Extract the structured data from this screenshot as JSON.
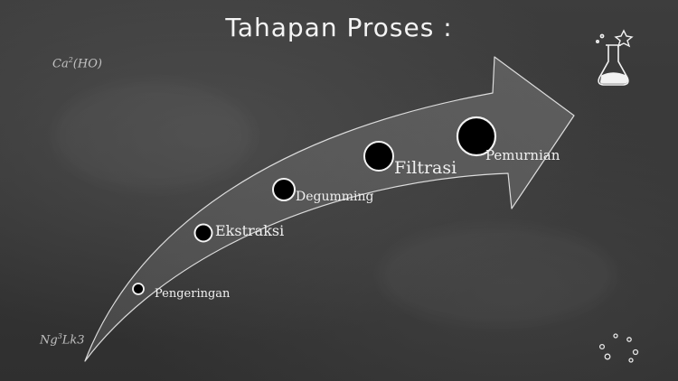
{
  "slide": {
    "title": "Tahapan Proses :",
    "notes": {
      "top_left_base": "Ca",
      "top_left_sup": "2",
      "top_left_rest": "(HO)",
      "bottom_left_base": "Ng",
      "bottom_left_sup": "3",
      "bottom_left_rest": "Lk3"
    },
    "stages": [
      {
        "label": "Pengeringan"
      },
      {
        "label": "Ekstraksi"
      },
      {
        "label": "Degumming"
      },
      {
        "label": "Filtrasi"
      },
      {
        "label": "Pemurnian"
      }
    ],
    "icons": {
      "flask": "flask-icon",
      "sparkle": "sparkle-icon",
      "bubbles": "bubbles-icon"
    },
    "colors": {
      "board": "#363636",
      "chalk": "#f2f2f2",
      "dot_fill": "#000000"
    }
  }
}
